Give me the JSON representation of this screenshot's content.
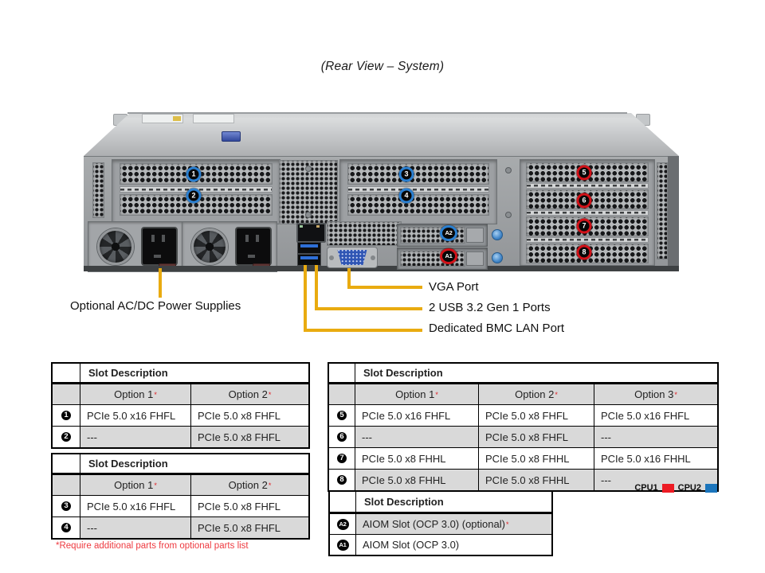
{
  "page": {
    "title": "(Rear View – System)"
  },
  "diagram": {
    "psu_label": "Optional AC/DC Power Supplies",
    "vga_label": "VGA Port",
    "usb_label": "2 USB 3.2 Gen 1 Ports",
    "bmc_label": "Dedicated BMC LAN Port",
    "callouts": {
      "p1": "1",
      "p2": "2",
      "p3": "3",
      "p4": "4",
      "p5": "5",
      "p6": "6",
      "p7": "7",
      "p8": "8",
      "a2": "A2",
      "a1": "A1"
    }
  },
  "legend": {
    "cpu1": "CPU1",
    "cpu2": "CPU2"
  },
  "colors": {
    "cpu1_red": "#ed1b24",
    "cpu2_blue": "#1b75bc",
    "callout_line_yellow": "#e9ab10"
  },
  "footnote": "*Require additional parts from optional parts list",
  "tables": {
    "asterisk": "*",
    "left1": {
      "header": "Slot Description",
      "columns": [
        "Option 1",
        "Option 2"
      ],
      "rows": [
        {
          "slot": "1",
          "cells": [
            "PCIe 5.0 x16 FHFL",
            "PCIe 5.0 x8 FHFL"
          ]
        },
        {
          "slot": "2",
          "cells": [
            "---",
            "PCIe 5.0 x8 FHFL"
          ]
        }
      ]
    },
    "left2": {
      "header": "Slot Description",
      "columns": [
        "Option 1",
        "Option 2"
      ],
      "rows": [
        {
          "slot": "3",
          "cells": [
            "PCIe 5.0 x16 FHFL",
            "PCIe 5.0 x8 FHFL"
          ]
        },
        {
          "slot": "4",
          "cells": [
            "---",
            "PCIe 5.0 x8 FHFL"
          ]
        }
      ]
    },
    "right": {
      "header": "Slot Description",
      "columns": [
        "Option 1",
        "Option 2",
        "Option 3"
      ],
      "rows": [
        {
          "slot": "5",
          "cells": [
            "PCIe 5.0 x16 FHFL",
            "PCIe 5.0 x8 FHFL",
            "PCIe 5.0 x16 FHFL"
          ]
        },
        {
          "slot": "6",
          "cells": [
            "---",
            "PCIe 5.0 x8 FHFL",
            "---"
          ]
        },
        {
          "slot": "7",
          "cells": [
            "PCIe 5.0 x8 FHHL",
            "PCIe 5.0 x8 FHHL",
            "PCIe 5.0 x16 FHHL"
          ]
        },
        {
          "slot": "8",
          "cells": [
            "PCIe 5.0 x8 FHHL",
            "PCIe 5.0 x8 FHHL",
            "---"
          ]
        }
      ]
    },
    "aiom": {
      "header": "Slot Description",
      "rows": [
        {
          "slot": "A2",
          "desc": "AIOM Slot (OCP 3.0) (optional)",
          "note": "*"
        },
        {
          "slot": "A1",
          "desc": "AIOM Slot (OCP 3.0)",
          "note": ""
        }
      ]
    }
  }
}
